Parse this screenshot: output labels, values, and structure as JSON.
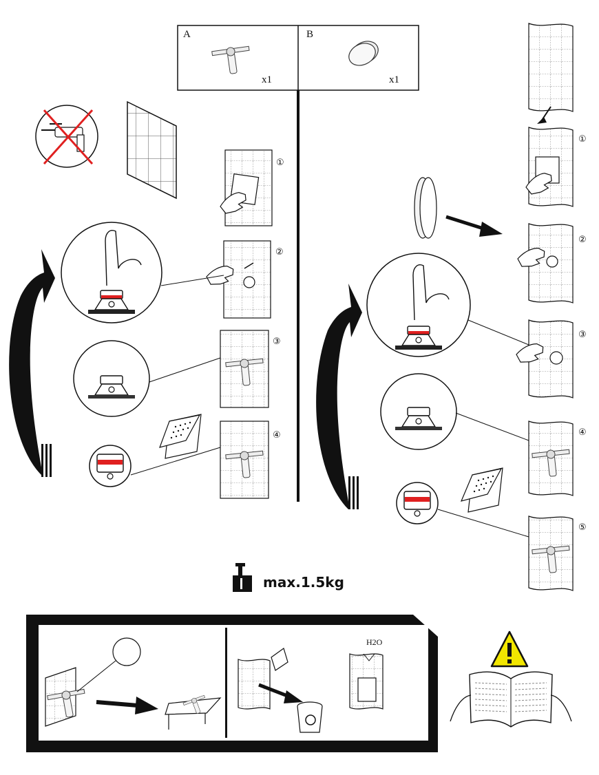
{
  "parts": [
    {
      "letter": "A",
      "quantity": "x1",
      "icon": "squeegee-icon"
    },
    {
      "letter": "B",
      "quantity": "x1",
      "icon": "adhesive-disc-icon"
    }
  ],
  "variant_a": {
    "steps": [
      "①",
      "②",
      "③",
      "④"
    ]
  },
  "variant_b": {
    "steps": [
      "①",
      "②",
      "③",
      "④",
      "⑤"
    ]
  },
  "weight_limit": "max.1.5kg",
  "removal": {
    "water_label": "H2O"
  },
  "colors": {
    "accent_red": "#e02020",
    "warning_yellow": "#f2e600",
    "ink": "#111111"
  },
  "icons": [
    "no-drilling-icon",
    "tile-wall-icon",
    "hand-cleaning-icon",
    "suction-cup-icon",
    "curved-arrow-icon",
    "weight-icon",
    "warning-triangle-icon",
    "manual-icon",
    "trash-bin-icon"
  ]
}
